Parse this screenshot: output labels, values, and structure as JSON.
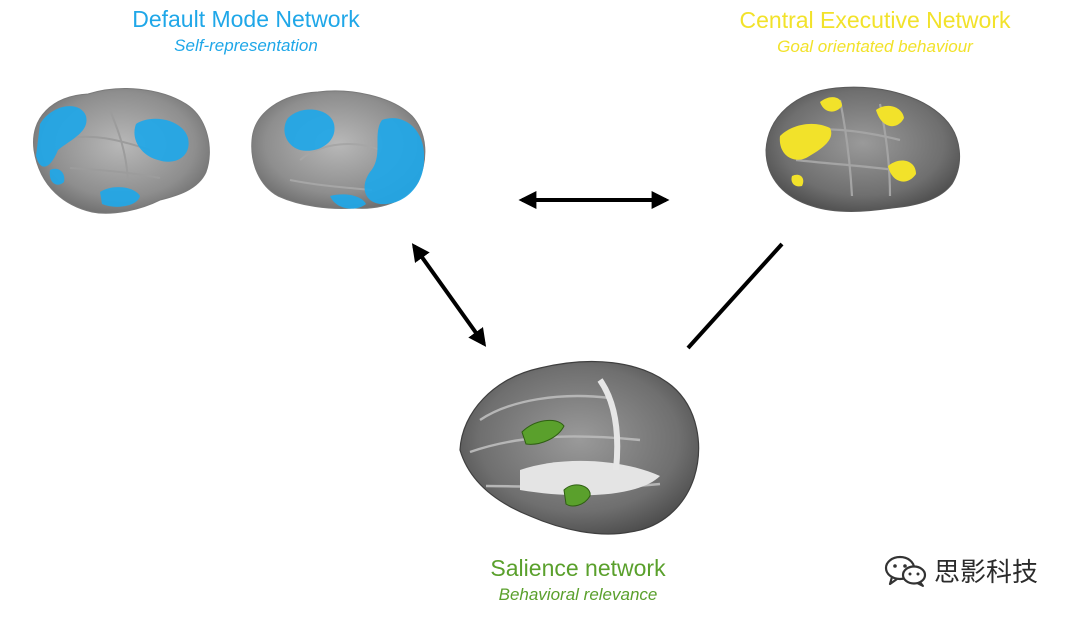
{
  "colors": {
    "dmn": "#1fa7e8",
    "cen": "#f2e22a",
    "salience": "#5aa02c",
    "arrow": "#000000"
  },
  "networks": {
    "default_mode": {
      "title": "Default Mode Network",
      "subtitle": "Self-representation"
    },
    "central_executive": {
      "title": "Central Executive Network",
      "subtitle": "Goal orientated behaviour"
    },
    "salience": {
      "title": "Salience network",
      "subtitle": "Behavioral relevance"
    }
  },
  "watermark": {
    "text": "思影科技",
    "icon": "wechat-icon"
  }
}
